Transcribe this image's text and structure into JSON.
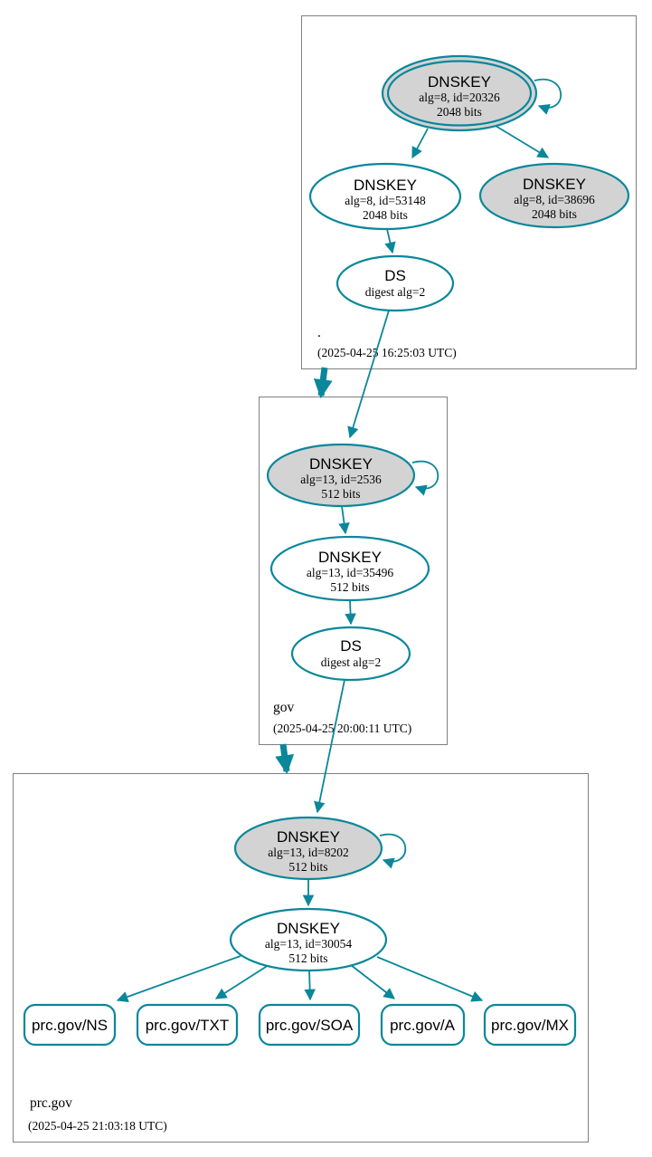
{
  "colors": {
    "secure_edge": "#0a879a",
    "ksk_fill": "#d3d3d3",
    "node_fill": "#ffffff",
    "box_border": "#808080",
    "text": "#000000"
  },
  "zones": [
    {
      "label": ".",
      "timestamp": "(2025-04-25 16:25:03 UTC)",
      "ksk": {
        "title": "DNSKEY",
        "alg": "alg=8, id=20326",
        "bits": "2048 bits"
      },
      "zsk": {
        "title": "DNSKEY",
        "alg": "alg=8, id=53148",
        "bits": "2048 bits"
      },
      "key3": {
        "title": "DNSKEY",
        "alg": "alg=8, id=38696",
        "bits": "2048 bits"
      },
      "ds": {
        "title": "DS",
        "digest": "digest alg=2"
      }
    },
    {
      "label": "gov",
      "timestamp": "(2025-04-25 20:00:11 UTC)",
      "ksk": {
        "title": "DNSKEY",
        "alg": "alg=13, id=2536",
        "bits": "512 bits"
      },
      "zsk": {
        "title": "DNSKEY",
        "alg": "alg=13, id=35496",
        "bits": "512 bits"
      },
      "ds": {
        "title": "DS",
        "digest": "digest alg=2"
      }
    },
    {
      "label": "prc.gov",
      "timestamp": "(2025-04-25 21:03:18 UTC)",
      "ksk": {
        "title": "DNSKEY",
        "alg": "alg=13, id=8202",
        "bits": "512 bits"
      },
      "zsk": {
        "title": "DNSKEY",
        "alg": "alg=13, id=30054",
        "bits": "512 bits"
      },
      "rrsets": [
        {
          "label": "prc.gov/NS"
        },
        {
          "label": "prc.gov/TXT"
        },
        {
          "label": "prc.gov/SOA"
        },
        {
          "label": "prc.gov/A"
        },
        {
          "label": "prc.gov/MX"
        }
      ]
    }
  ]
}
